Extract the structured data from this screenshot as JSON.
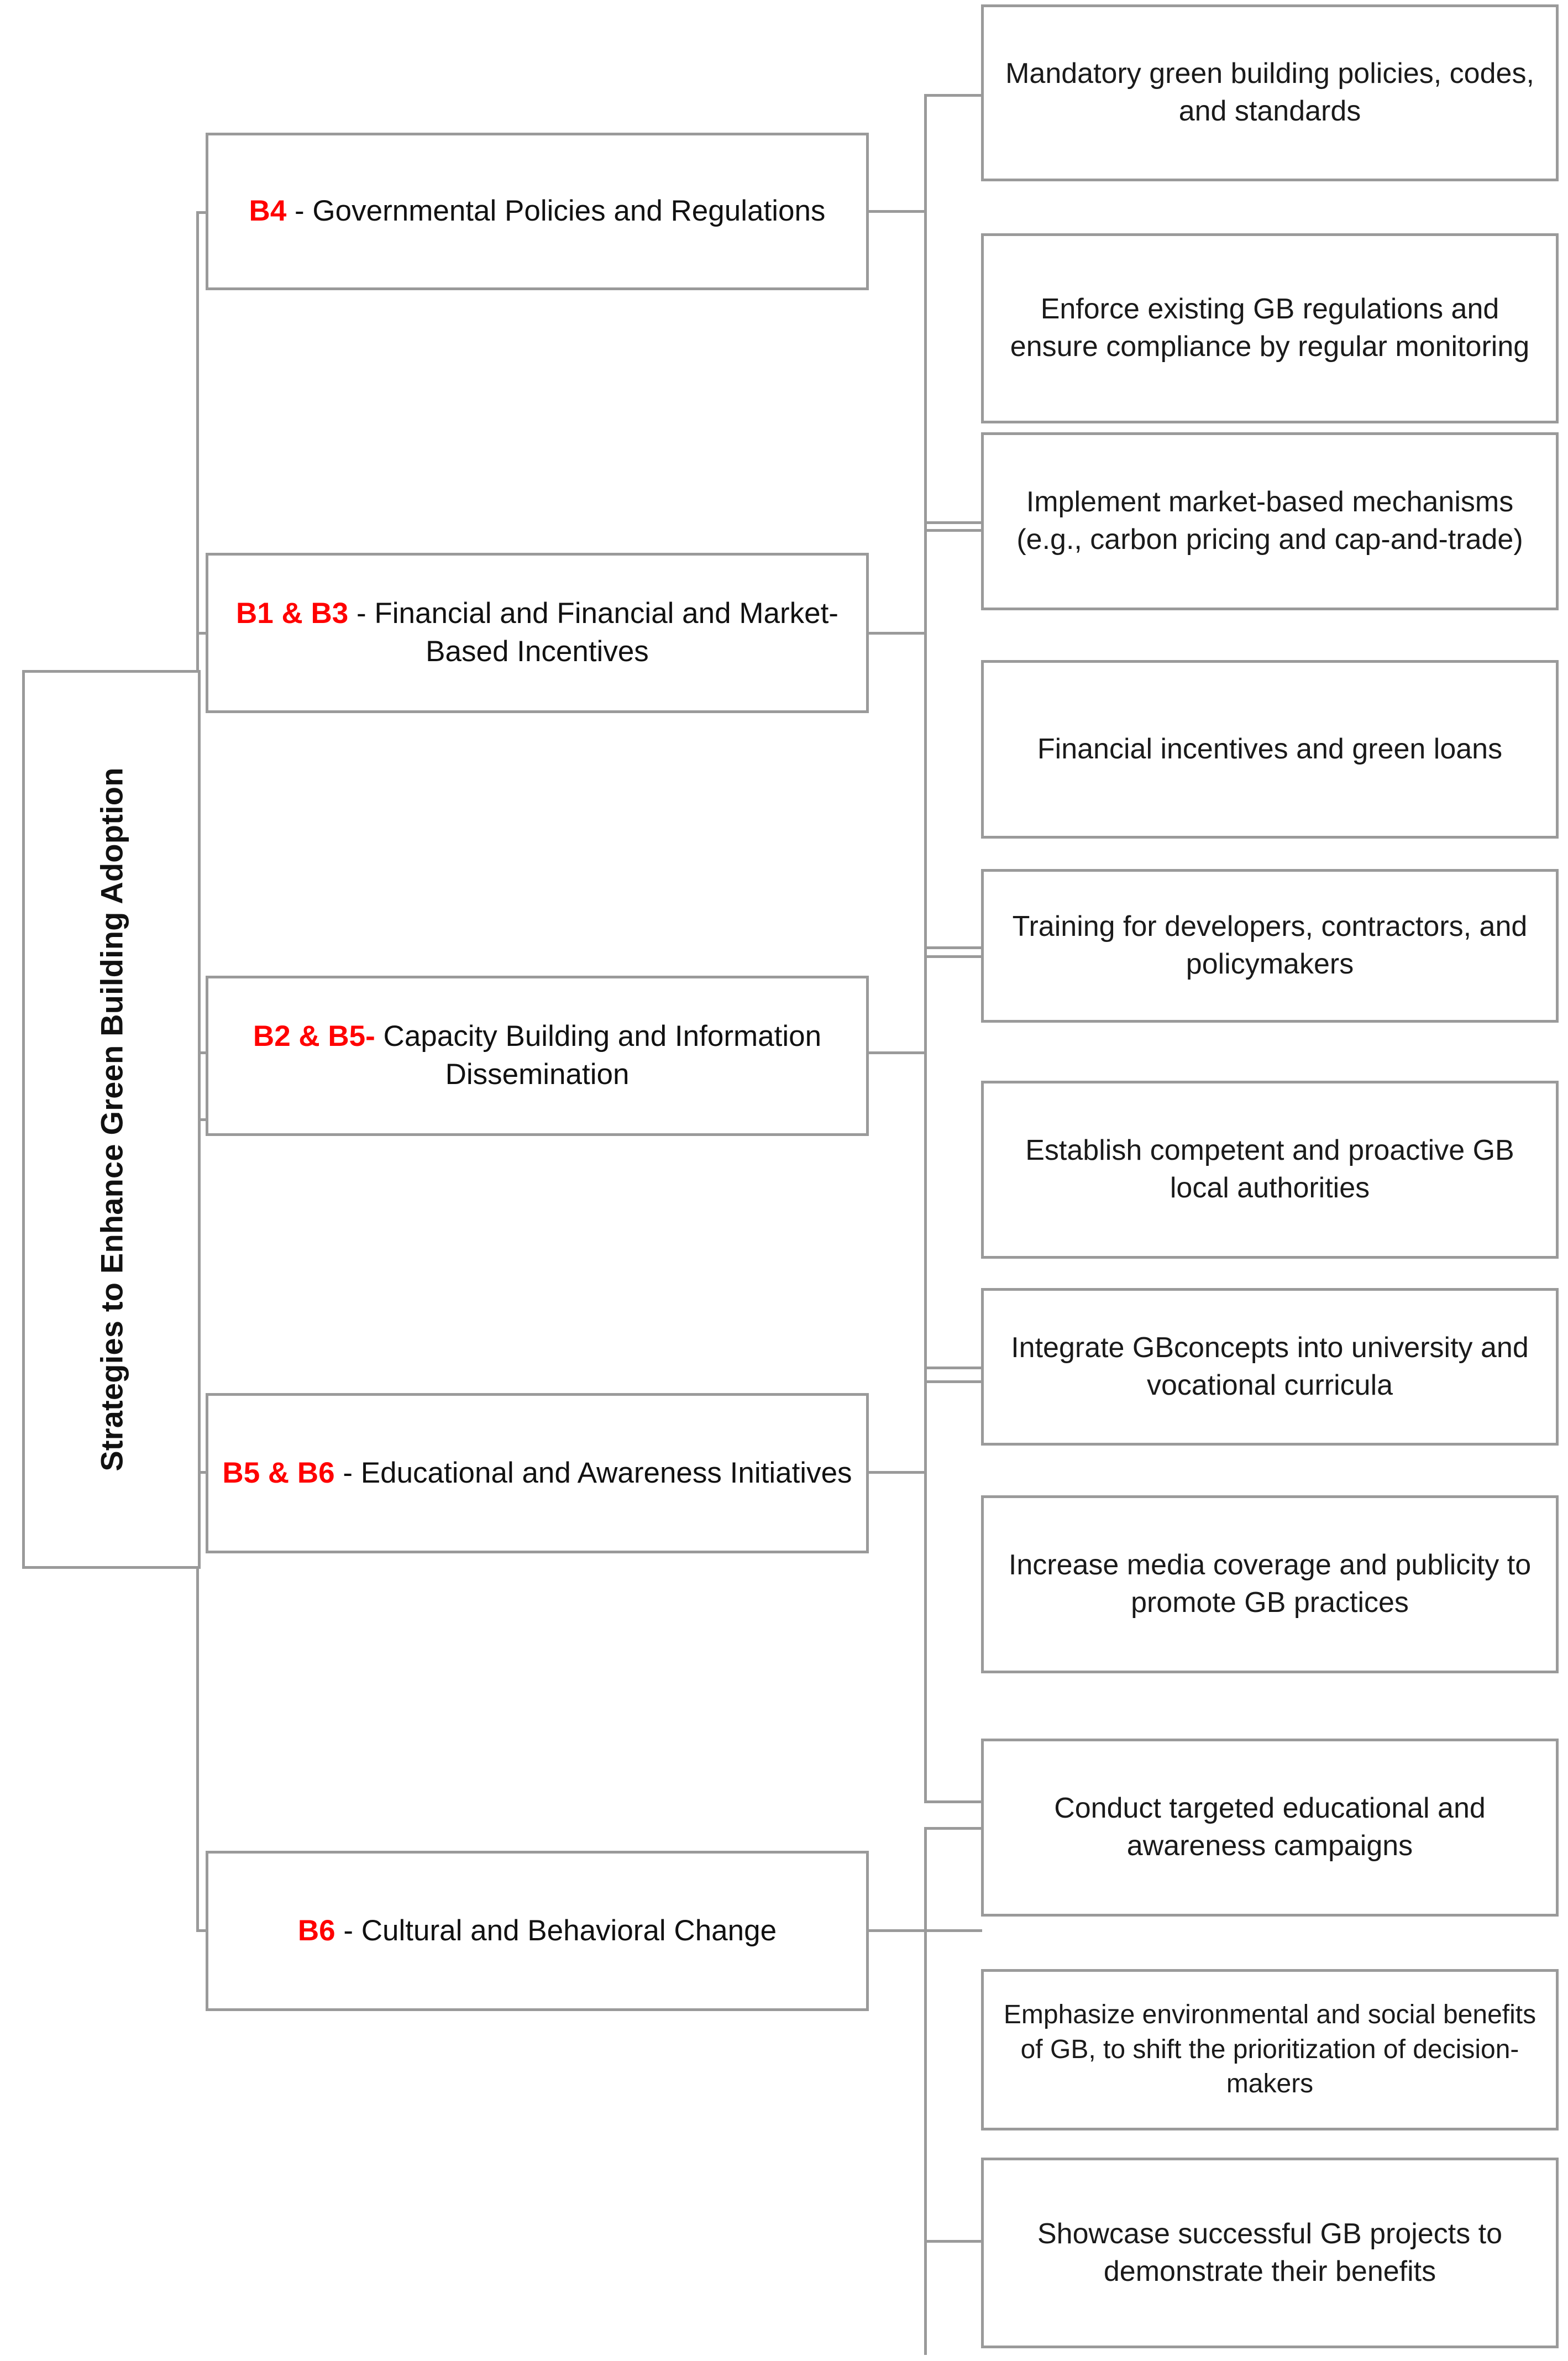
{
  "diagram": {
    "type": "tree",
    "title": "Strategies to Enhance Green Building Adoption",
    "colors": {
      "border": "#9a9a9a",
      "text": "#1a1a1a",
      "accent": "#ff0000",
      "background": "#ffffff"
    },
    "root": {
      "label": "Strategies to Enhance Green Building Adoption",
      "orientation": "vertical"
    },
    "branches": [
      {
        "code": "B4 ",
        "name": "- Governmental Policies and Regulations",
        "children": [
          {
            "text": "Mandatory green building policies, codes, and standards"
          },
          {
            "text": "Enforce existing GB regulations and ensure compliance by regular monitoring"
          }
        ]
      },
      {
        "code": "B1 & B3 ",
        "name": "- Financial and Financial and Market-Based Incentives",
        "children": [
          {
            "text": "Implement market-based mechanisms (e.g., carbon pricing and cap-and-trade)"
          },
          {
            "text": "Financial incentives and green loans"
          }
        ]
      },
      {
        "code": "B2 & B5-",
        "name": " Capacity Building and Information Dissemination",
        "children": [
          {
            "text": "Training for developers, contractors, and policymakers"
          },
          {
            "text": "Establish competent and proactive GB local authorities"
          }
        ]
      },
      {
        "code": "B5 & B6 ",
        "name": "- Educational and Awareness Initiatives",
        "children": [
          {
            "text": "Integrate GBconcepts into university and vocational curricula"
          },
          {
            "text": "Increase media coverage and publicity to promote GB practices"
          }
        ]
      },
      {
        "code": "B6 ",
        "name": "- Cultural and Behavioral Change",
        "children": [
          {
            "text": "Conduct targeted educational and awareness campaigns"
          },
          {
            "text": "Emphasize environmental and social benefits of GB, to shift the prioritization of decision-makers"
          },
          {
            "text": "Showcase successful GB projects to demonstrate their benefits"
          }
        ]
      }
    ]
  }
}
